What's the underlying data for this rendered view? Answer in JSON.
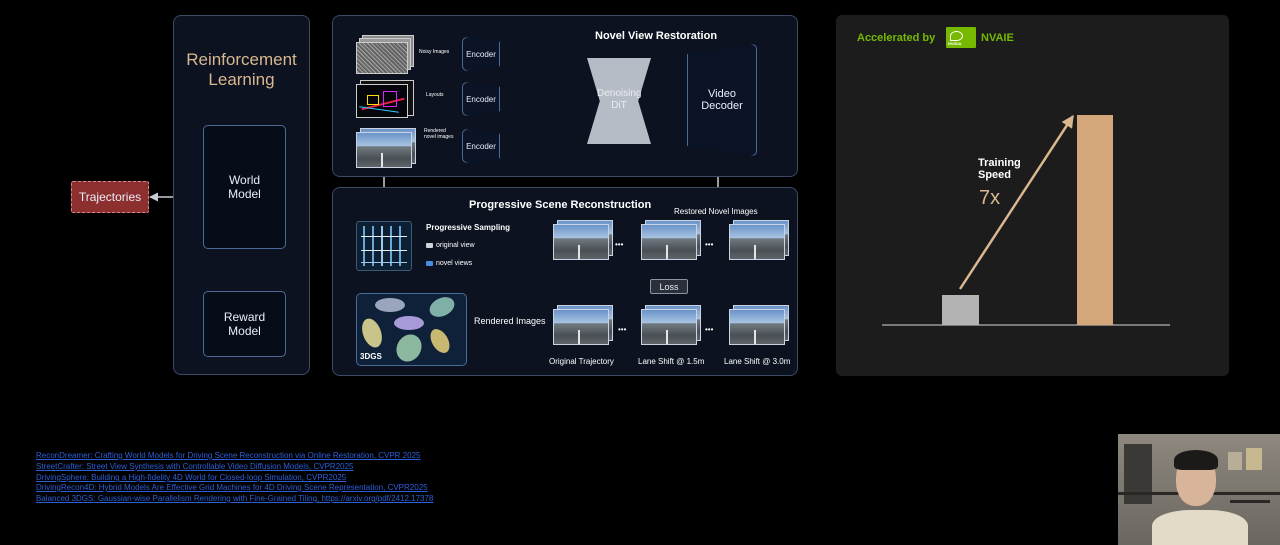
{
  "rl": {
    "title": "Reinforcement Learning",
    "world_model": "World Model",
    "reward_model": "Reward Model",
    "trajectories": "Trajectories"
  },
  "nvr": {
    "title": "Novel View Restoration",
    "noisy_images": "Noisy Images",
    "layouts": "Layouts",
    "rendered_novel_images": "Rendered novel images",
    "encoder": "Encoder",
    "denoising": "Denoising DiT",
    "decoder": "Video Decoder"
  },
  "psr": {
    "title": "Progressive Scene Reconstruction",
    "sampling": "Progressive Sampling",
    "original_view": "original view",
    "novel_views": "novel views",
    "gs": "3DGS",
    "rendered_images": "Rendered Images",
    "restored": "Restored Novel Images",
    "loss": "Loss",
    "ellipsis": "•••",
    "cap_original": "Original Trajectory",
    "cap_15": "Lane Shift @ 1.5m",
    "cap_30": "Lane Shift @ 3.0m"
  },
  "accel": {
    "label": "Accelerated by",
    "logo_text": "NVIDIA",
    "brand": "NVAIE",
    "training_speed": "Training Speed",
    "speedup": "7x"
  },
  "chart_data": {
    "type": "bar",
    "categories": [
      "",
      ""
    ],
    "values": [
      1,
      7
    ],
    "annotation": "Training Speed",
    "annotation_value": "7x"
  },
  "references": [
    "ReconDreamer: Crafting World Models for Driving Scene Reconstruction via Online Restoration, CVPR 2025",
    "StreetCrafter: Street View Synthesis with Controllable Video Diffusion Models, CVPR2025",
    "DrivingSphere: Building a High-fidelity 4D World for Closed-loop Simulation, CVPR2025",
    "DrivingRecon4D: Hybrid Models Are Effective Grid Machines for 4D Driving Scene Representation, CVPR2025",
    "Balanced 3DGS: Gaussian-wise Parallelism Rendering with Fine-Grained Tiling, https://arxiv.org/pdf/2412.17378"
  ],
  "colors": {
    "accent_green": "#76b900",
    "gold": "#d9b88f",
    "bar_tan": "#d4a77a",
    "bar_gray": "#b3b3b3",
    "traj_red": "#8e2f2f"
  }
}
